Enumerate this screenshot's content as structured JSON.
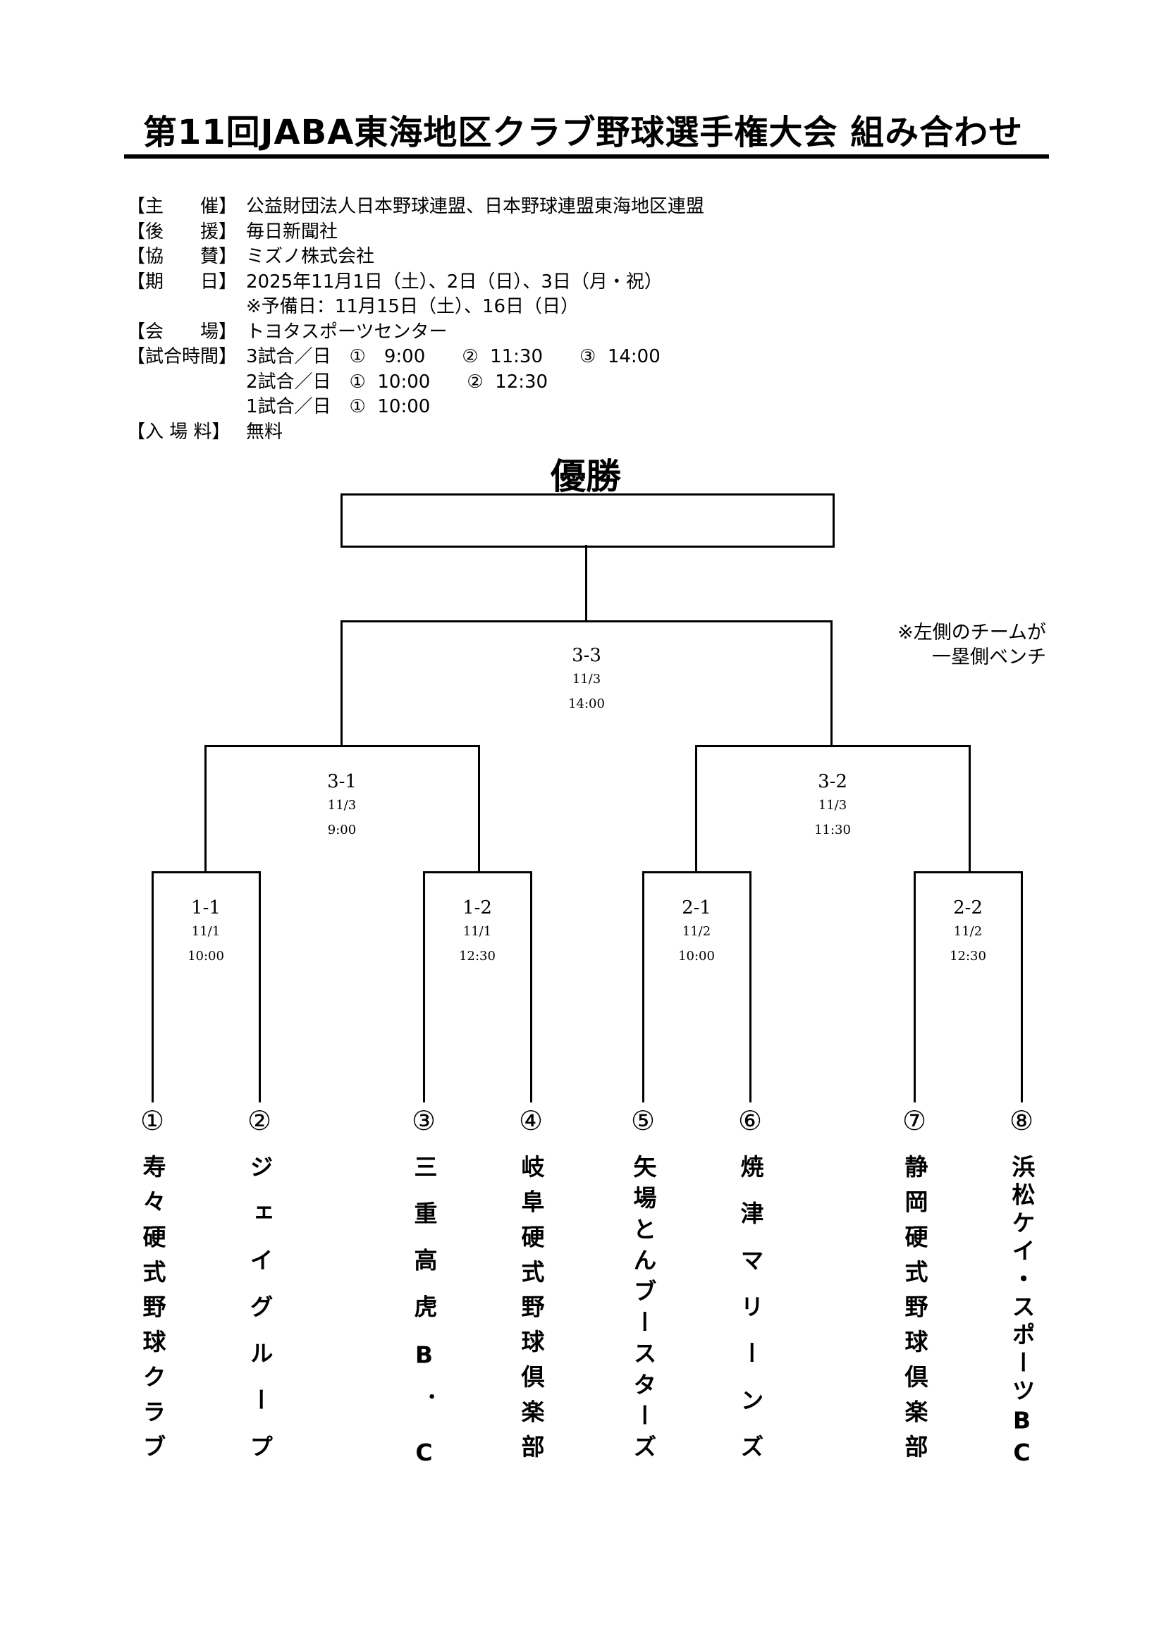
{
  "title": "第11回JABA東海地区クラブ野球選手権大会 組み合わせ",
  "info": [
    {
      "label": "【主　　催】",
      "value": "公益財団法人日本野球連盟、日本野球連盟東海地区連盟"
    },
    {
      "label": "【後　　援】",
      "value": "毎日新聞社"
    },
    {
      "label": "【協　　賛】",
      "value": "ミズノ株式会社"
    },
    {
      "label": "【期　　日】",
      "value": "2025年11月1日（土）、2日（日）、3日（月・祝）"
    },
    {
      "label": "",
      "value": "※予備日：11月15日（土）、16日（日）"
    },
    {
      "label": "【会　　場】",
      "value": "トヨタスポーツセンター"
    },
    {
      "label": "【試合時間】",
      "value": "3試合／日　①　9:00　　②  11:30　　③  14:00"
    },
    {
      "label": "",
      "value": "2試合／日　①  10:00　　②  12:30"
    },
    {
      "label": "",
      "value": "1試合／日　①  10:00"
    },
    {
      "label": "【入 場 料】",
      "value": "無料"
    }
  ],
  "champion_label": "優勝",
  "note": [
    "※左側のチームが",
    "一塁側ベンチ"
  ],
  "matches": {
    "m33": {
      "id": "3-3",
      "date": "11/3",
      "time": "14:00"
    },
    "m31": {
      "id": "3-1",
      "date": "11/3",
      "time": "9:00"
    },
    "m32": {
      "id": "3-2",
      "date": "11/3",
      "time": "11:30"
    },
    "m11": {
      "id": "1-1",
      "date": "11/1",
      "time": "10:00"
    },
    "m12": {
      "id": "1-2",
      "date": "11/1",
      "time": "12:30"
    },
    "m21": {
      "id": "2-1",
      "date": "11/2",
      "time": "10:00"
    },
    "m22": {
      "id": "2-2",
      "date": "11/2",
      "time": "12:30"
    }
  },
  "teams": [
    {
      "num": "①",
      "name": "寿々硬式野球クラブ"
    },
    {
      "num": "②",
      "name": "ジェイグループ"
    },
    {
      "num": "③",
      "name": "三重高虎B．C"
    },
    {
      "num": "④",
      "name": "岐阜硬式野球倶楽部"
    },
    {
      "num": "⑤",
      "name": "矢場とんブースターズ"
    },
    {
      "num": "⑥",
      "name": "焼津マリーンズ"
    },
    {
      "num": "⑦",
      "name": "静岡硬式野球倶楽部"
    },
    {
      "num": "⑧",
      "name": "浜松ケイ・スポーツBC"
    }
  ]
}
